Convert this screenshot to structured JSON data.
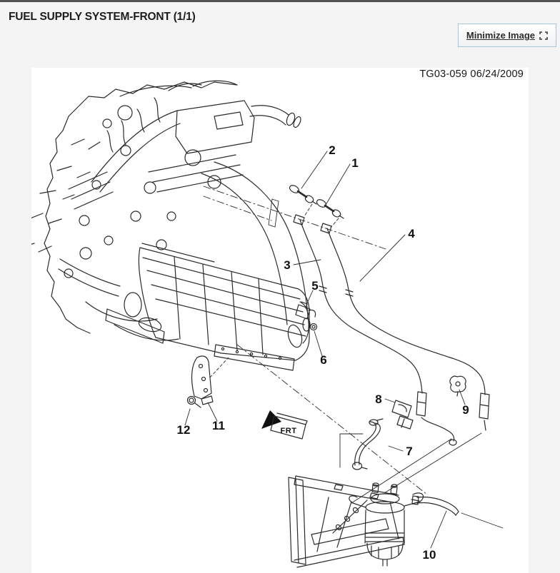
{
  "header": {
    "title": "FUEL SUPPLY SYSTEM-FRONT (1/1)",
    "minimize_button": {
      "label": "Minimize Image",
      "icon": "fullscreen-corners-icon"
    }
  },
  "figure": {
    "doc_number": "TG03-059  06/24/2009",
    "direction_label": "FRT",
    "callouts": [
      {
        "label": "1"
      },
      {
        "label": "2"
      },
      {
        "label": "3"
      },
      {
        "label": "4"
      },
      {
        "label": "5"
      },
      {
        "label": "6"
      },
      {
        "label": "7"
      },
      {
        "label": "8"
      },
      {
        "label": "9"
      },
      {
        "label": "10"
      },
      {
        "label": "11"
      },
      {
        "label": "12"
      }
    ],
    "colors": {
      "line_art": "#2b2b2b",
      "panel_background": "#ffffff"
    }
  },
  "page": {
    "background": "#f4f4f5",
    "accent_border": "#a5c5dc"
  }
}
